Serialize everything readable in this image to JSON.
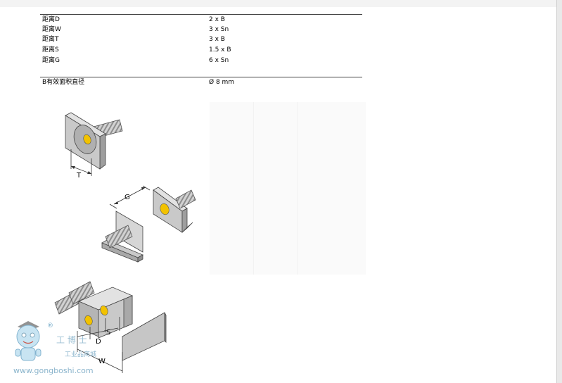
{
  "spec_rows": [
    {
      "label": "距离D",
      "value": "2 x B"
    },
    {
      "label": "距离W",
      "value": "3 x Sn"
    },
    {
      "label": "距离T",
      "value": "3 x B"
    },
    {
      "label": "距离S",
      "value": "1.5 x B"
    },
    {
      "label": "距离G",
      "value": "6 x Sn"
    }
  ],
  "diameter_row": {
    "label": "B有效面积直径",
    "value": "Ø  8  mm"
  },
  "dimension_labels": {
    "t": "T",
    "g": "G",
    "s": "S",
    "d": "D",
    "w": "W"
  },
  "watermark": {
    "registered": "®",
    "cn_brand": "工 博 士",
    "cn_sub": "工业品商城",
    "url": "www.gongboshi.com"
  },
  "colors": {
    "metal_face": "#c9c9c9",
    "metal_side": "#a9a9a9",
    "sensor_face": "#f2c200",
    "watermark_blue": "#6fa8c8"
  }
}
